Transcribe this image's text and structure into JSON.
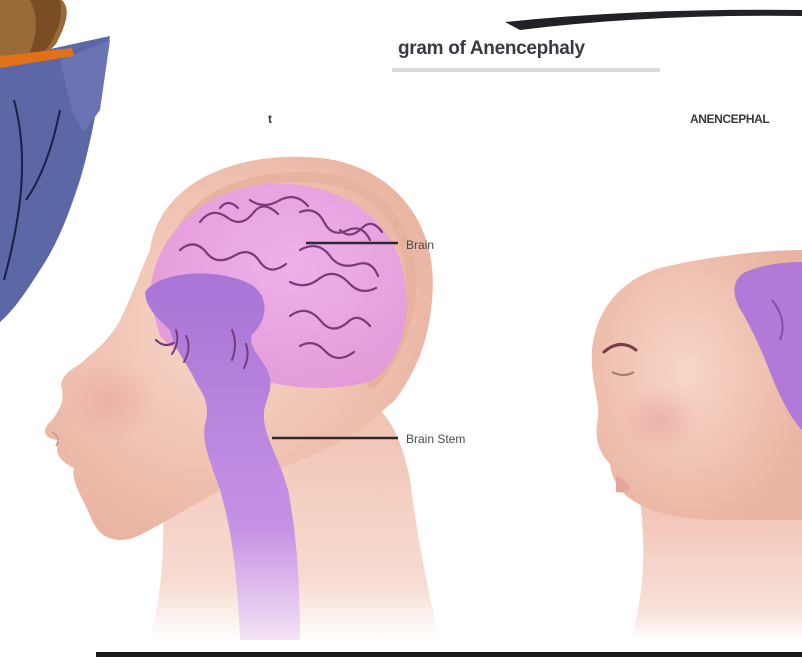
{
  "title": "gram of Anencephaly",
  "panels": {
    "left_label": "t",
    "right_label": "ANENCEPHAL"
  },
  "callouts": {
    "brain": "Brain",
    "brain_stem": "Brain Stem"
  },
  "colors": {
    "skin": "#f2c4b4",
    "brain_pink": "#e8a0e0",
    "brain_stem_purple": "#b27ad8",
    "gyri_line": "#7a3a7a",
    "figure_blue": "#5c67a6",
    "figure_hair": "#9a6a38",
    "figure_band": "#e0701a",
    "frame_line": "#1a1a1a"
  }
}
